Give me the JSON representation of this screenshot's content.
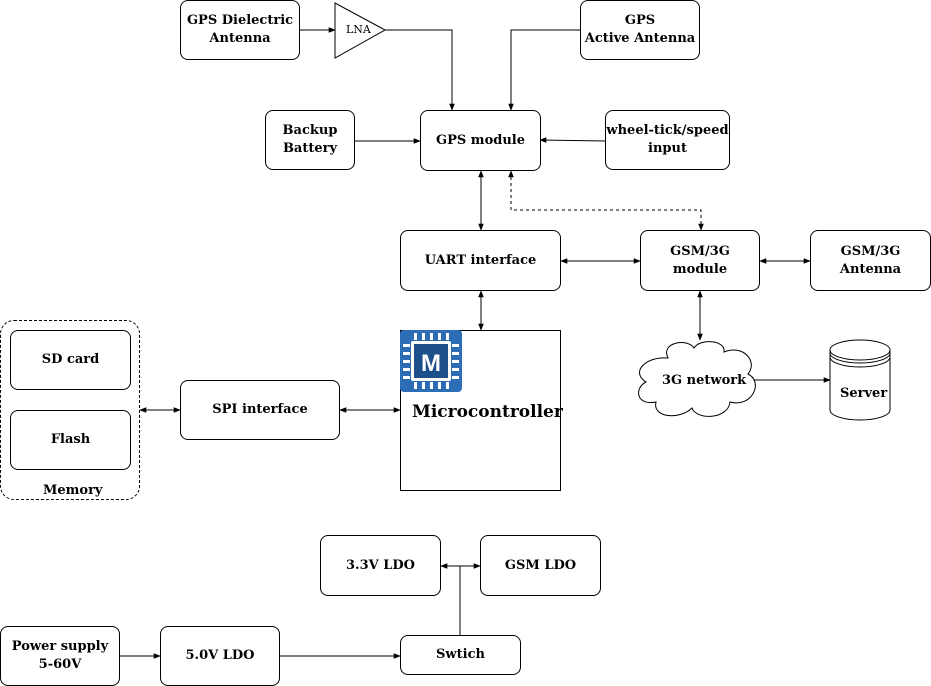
{
  "nodes": {
    "gps_dielectric_antenna": [
      "GPS Dielectric",
      "Antenna"
    ],
    "lna": "LNA",
    "gps_active_antenna": [
      "GPS",
      "Active Antenna"
    ],
    "backup_battery": [
      "Backup",
      "Battery"
    ],
    "gps_module": "GPS module",
    "wheel_tick_input": [
      "wheel-tick/speed",
      "input"
    ],
    "uart_interface": "UART interface",
    "gsm_3g_module": "GSM/3G module",
    "gsm_3g_antenna": [
      "GSM/3G",
      "Antenna"
    ],
    "sd_card": "SD card",
    "flash": "Flash",
    "memory": "Memory",
    "spi_interface": "SPI interface",
    "microcontroller": "Microcontroller",
    "mcu_logo_letter": "M",
    "network_3g": "3G network",
    "server": "Server",
    "ldo_3v3": "3.3V LDO",
    "gsm_ldo": "GSM LDO",
    "power_supply": [
      "Power supply",
      "5-60V"
    ],
    "ldo_5v0": "5.0V LDO",
    "switch": "Swtich"
  },
  "colors": {
    "line": "#000000",
    "chip_blue": "#2d6db5",
    "chip_dark": "#1d4f8c"
  }
}
